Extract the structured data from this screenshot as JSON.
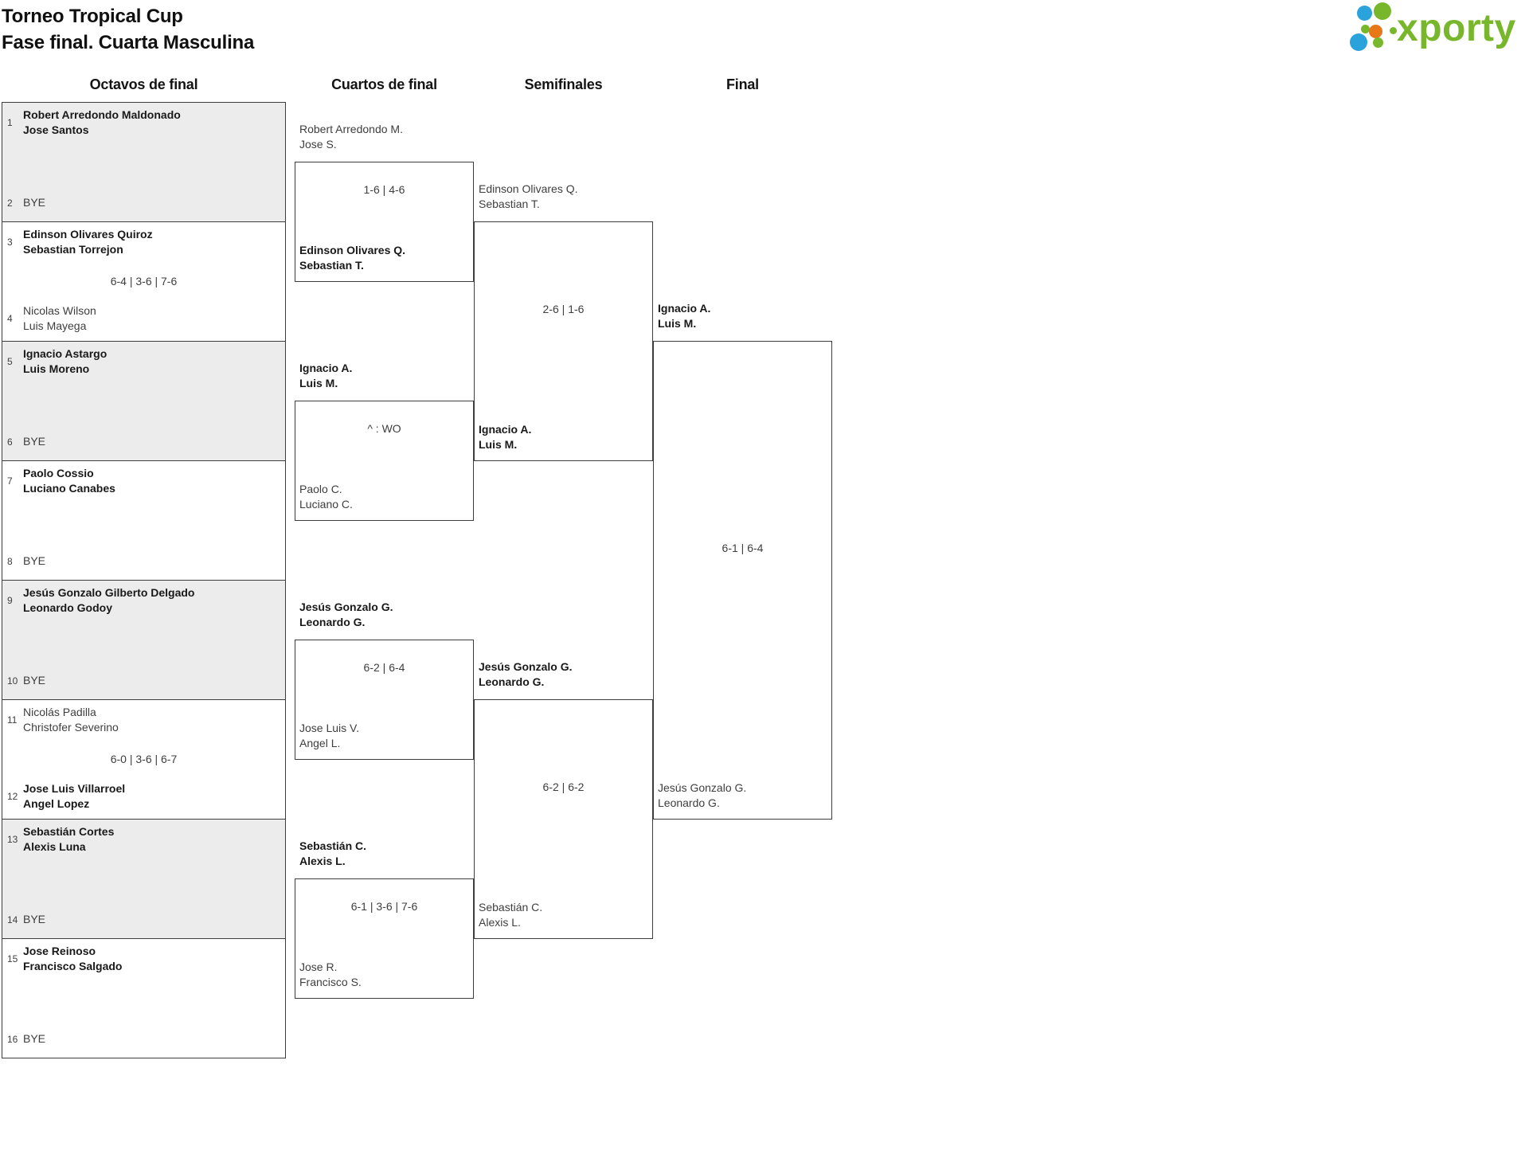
{
  "title": {
    "line1": "Torneo Tropical Cup",
    "line2": "Fase final. Cuarta Masculina"
  },
  "logo": {
    "text": "xporty"
  },
  "rounds": [
    "Octavos de final",
    "Cuartos de final",
    "Semifinales",
    "Final"
  ],
  "colors": {
    "brand_green": "#78b72b",
    "brand_blue": "#2aa3dc",
    "brand_orange": "#e87718",
    "shaded_match_bg": "#ececec",
    "border": "#3d3d3d"
  },
  "octavos": [
    {
      "seedA": "1",
      "teamA": [
        "Robert Arredondo Maldonado",
        "Jose Santos"
      ],
      "score": "",
      "seedB": "2",
      "teamB": [
        "BYE"
      ],
      "winner": "A"
    },
    {
      "seedA": "3",
      "teamA": [
        "Edinson Olivares Quiroz",
        "Sebastian Torrejon"
      ],
      "score": "6-4 | 3-6 | 7-6",
      "seedB": "4",
      "teamB": [
        "Nicolas Wilson",
        "Luis Mayega"
      ],
      "winner": "A"
    },
    {
      "seedA": "5",
      "teamA": [
        "Ignacio Astargo",
        "Luis Moreno"
      ],
      "score": "",
      "seedB": "6",
      "teamB": [
        "BYE"
      ],
      "winner": "A"
    },
    {
      "seedA": "7",
      "teamA": [
        "Paolo Cossio",
        "Luciano Canabes"
      ],
      "score": "",
      "seedB": "8",
      "teamB": [
        "BYE"
      ],
      "winner": "A"
    },
    {
      "seedA": "9",
      "teamA": [
        "Jesús Gonzalo Gilberto Delgado",
        "Leonardo Godoy"
      ],
      "score": "",
      "seedB": "10",
      "teamB": [
        "BYE"
      ],
      "winner": "A"
    },
    {
      "seedA": "11",
      "teamA": [
        "Nicolás Padilla",
        "Christofer Severino"
      ],
      "score": "6-0 | 3-6 | 6-7",
      "seedB": "12",
      "teamB": [
        "Jose Luis Villarroel",
        "Angel Lopez"
      ],
      "winner": "B"
    },
    {
      "seedA": "13",
      "teamA": [
        "Sebastián Cortes",
        "Alexis Luna"
      ],
      "score": "",
      "seedB": "14",
      "teamB": [
        "BYE"
      ],
      "winner": "A"
    },
    {
      "seedA": "15",
      "teamA": [
        "Jose Reinoso",
        "Francisco Salgado"
      ],
      "score": "",
      "seedB": "16",
      "teamB": [
        "BYE"
      ],
      "winner": "A"
    }
  ],
  "cuartos": [
    {
      "teamA": [
        "Robert Arredondo M.",
        "Jose S."
      ],
      "score": "1-6 | 4-6",
      "teamB": [
        "Edinson Olivares Q.",
        "Sebastian T."
      ],
      "winner": "B"
    },
    {
      "teamA": [
        "Ignacio A.",
        "Luis M."
      ],
      "score": "^ : WO",
      "teamB": [
        "Paolo C.",
        "Luciano C."
      ],
      "winner": "A"
    },
    {
      "teamA": [
        "Jesús Gonzalo G.",
        "Leonardo G."
      ],
      "score": "6-2 | 6-4",
      "teamB": [
        "Jose Luis V.",
        "Angel L."
      ],
      "winner": "A"
    },
    {
      "teamA": [
        "Sebastián C.",
        "Alexis L."
      ],
      "score": "6-1 | 3-6 | 7-6",
      "teamB": [
        "Jose R.",
        "Francisco S."
      ],
      "winner": "A"
    }
  ],
  "semifinales": [
    {
      "teamA": [
        "Edinson Olivares Q.",
        "Sebastian T."
      ],
      "score": "2-6 | 1-6",
      "teamB": [
        "Ignacio A.",
        "Luis M."
      ],
      "winner": "B"
    },
    {
      "teamA": [
        "Jesús Gonzalo G.",
        "Leonardo G."
      ],
      "score": "6-2 | 6-2",
      "teamB": [
        "Sebastián C.",
        "Alexis L."
      ],
      "winner": "A"
    }
  ],
  "final": {
    "teamA": [
      "Ignacio A.",
      "Luis M."
    ],
    "score": "6-1 | 6-4",
    "teamB": [
      "Jesús Gonzalo G.",
      "Leonardo G."
    ],
    "winner": "A"
  }
}
